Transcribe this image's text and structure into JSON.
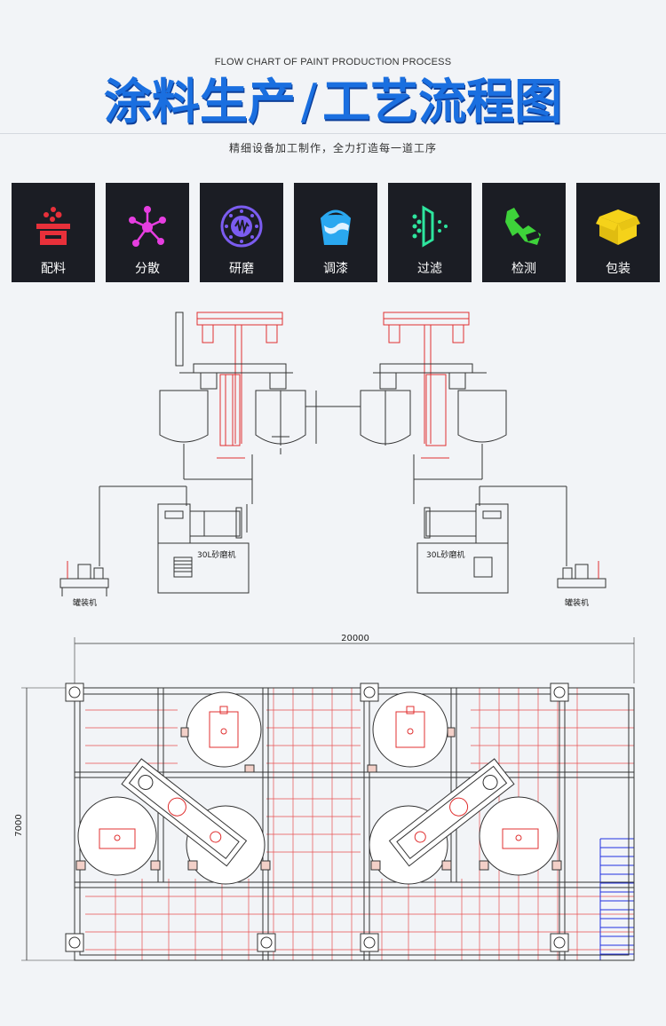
{
  "header": {
    "title_en": "FLOW CHART OF PAINT PRODUCTION PROCESS",
    "title_cn_left": "涂料生产",
    "title_slash": "/",
    "title_cn_right": "工艺流程图",
    "subtitle": "精细设备加工制作，全力打造每一道工序"
  },
  "steps": [
    {
      "label": "配料",
      "icon": "ingredients-icon",
      "color": "#e8303a"
    },
    {
      "label": "分散",
      "icon": "disperse-icon",
      "color": "#e63ee0"
    },
    {
      "label": "研磨",
      "icon": "grind-icon",
      "color": "#7b5cf0"
    },
    {
      "label": "调漆",
      "icon": "paint-bucket-icon",
      "color": "#2aa8f0"
    },
    {
      "label": "过滤",
      "icon": "filter-icon",
      "color": "#2ee59e"
    },
    {
      "label": "检测",
      "icon": "test-icon",
      "color": "#3ed23a"
    },
    {
      "label": "包装",
      "icon": "box-icon",
      "color": "#f5d21a"
    }
  ],
  "diagram": {
    "mill_label": "30L砂磨机",
    "filler_label": "罐装机",
    "width_dim": "20000",
    "height_dim": "7000"
  }
}
